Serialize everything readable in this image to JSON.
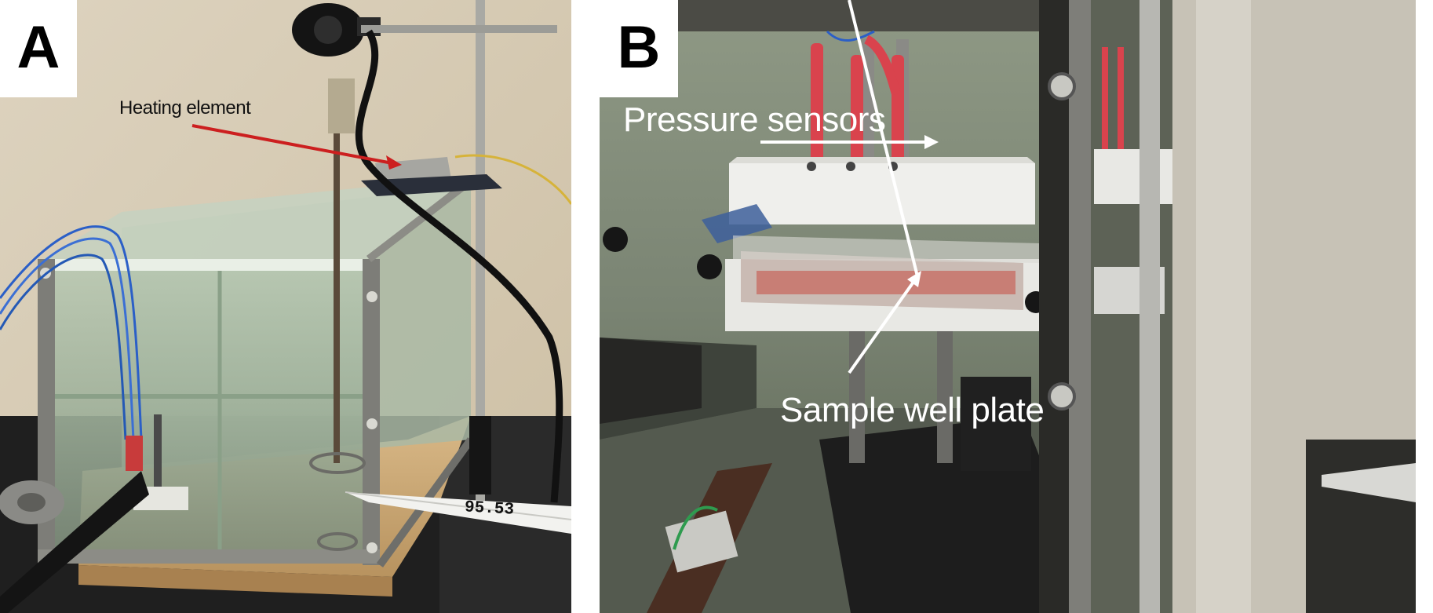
{
  "panels": [
    {
      "letter": "A",
      "annotations": {
        "heating_element": "Heating element"
      },
      "thermometer_reading": "95.53"
    },
    {
      "letter": "B",
      "annotations": {
        "pressure_sensors": "Pressure sensors",
        "sample_well_plate": "Sample well plate"
      }
    }
  ],
  "colors": {
    "arrow_red": "#cc1f1f",
    "arrow_white": "#ffffff",
    "sensor_cable_red": "#d9434d",
    "wall_beige": "#d8cdb7"
  }
}
